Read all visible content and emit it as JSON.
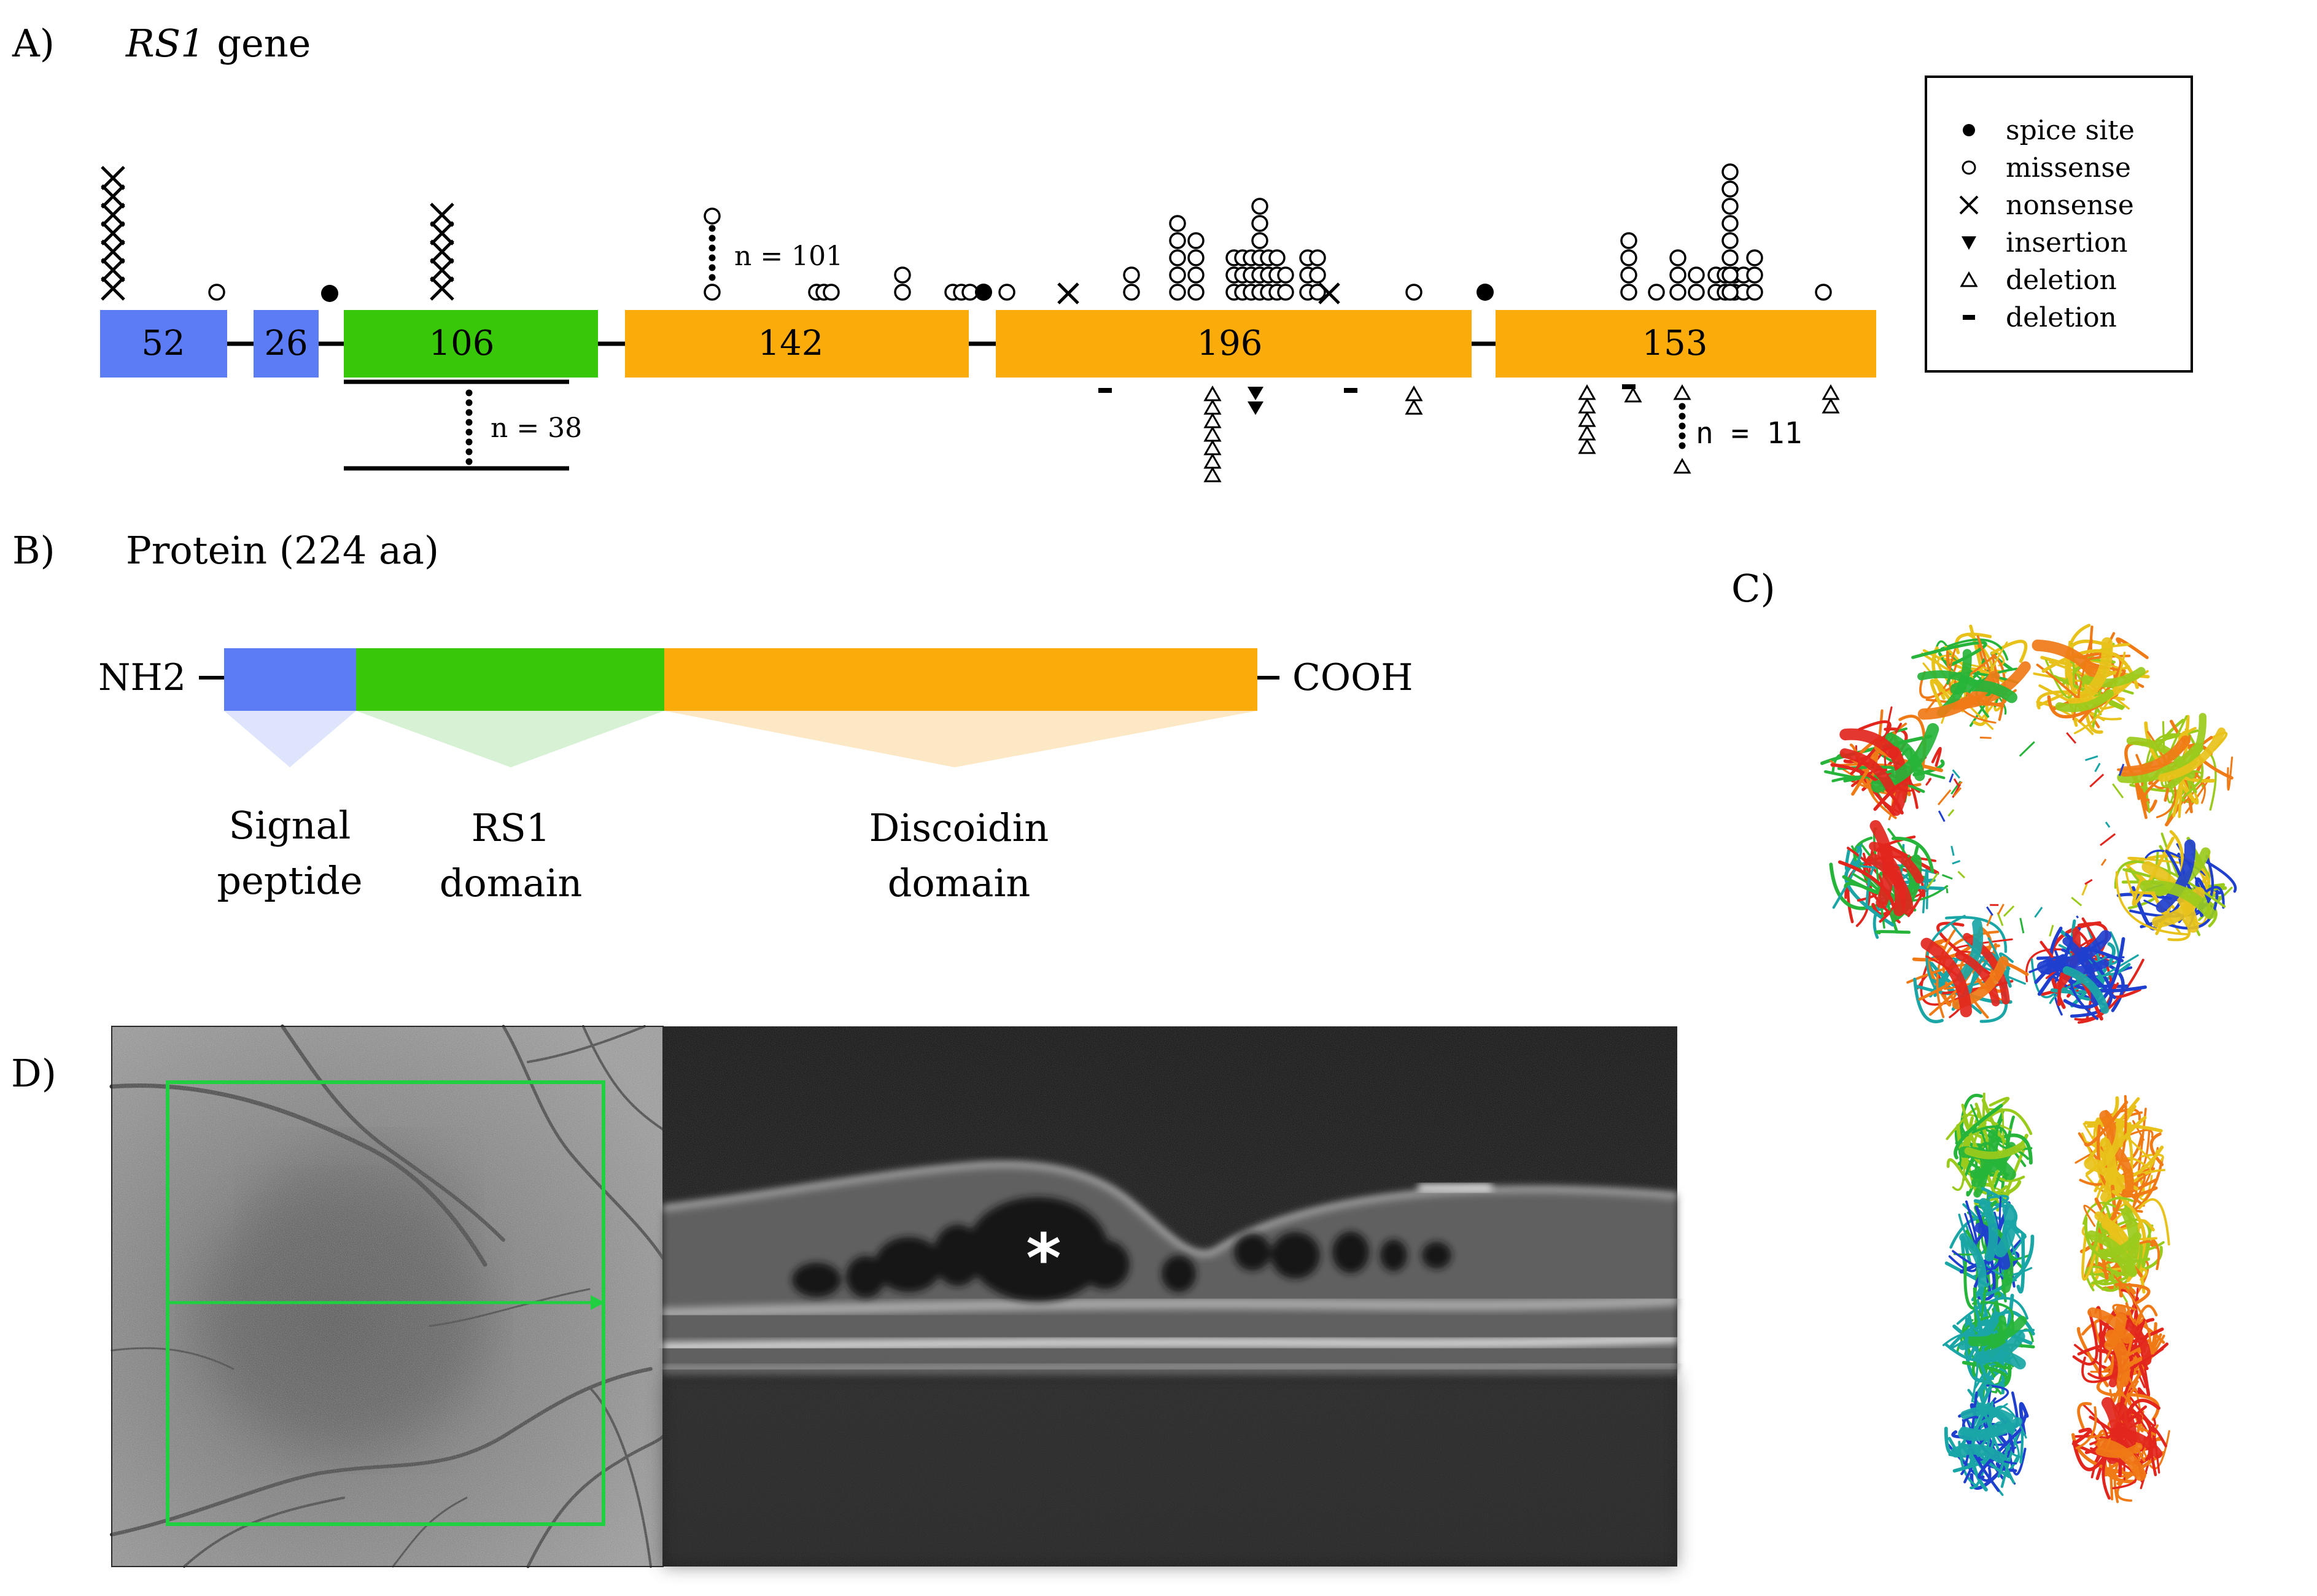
{
  "panels": {
    "a": {
      "label": "A)",
      "title_italic": "RS1",
      "title_rest": " gene"
    },
    "b": {
      "label": "B)",
      "title": "Protein (224 aa)"
    },
    "c": {
      "label": "C)"
    },
    "d": {
      "label": "D)"
    }
  },
  "gene": {
    "exons": [
      {
        "id": "exon-1",
        "label": "52",
        "color": "#5b7cf5"
      },
      {
        "id": "exon-2",
        "label": "26",
        "color": "#5b7cf5"
      },
      {
        "id": "exon-3",
        "label": "106",
        "color": "#39c70a"
      },
      {
        "id": "exon-4",
        "label": "142",
        "color": "#fbab0a"
      },
      {
        "id": "exon-5",
        "label": "196",
        "color": "#fbab0a"
      },
      {
        "id": "exon-6",
        "label": "153",
        "color": "#fbab0a"
      }
    ],
    "counts": {
      "exon4_missense": "n = 101",
      "exon3_deletion": "n = 38",
      "exon6_deletion": "n = 11"
    }
  },
  "legend": {
    "items": [
      {
        "symbol": "filled-circle",
        "label": "spice site"
      },
      {
        "symbol": "open-circle",
        "label": "missense"
      },
      {
        "symbol": "cross",
        "label": "nonsense"
      },
      {
        "symbol": "filled-triangle",
        "label": "insertion"
      },
      {
        "symbol": "open-triangle",
        "label": "deletion"
      },
      {
        "symbol": "dash",
        "label": "deletion"
      }
    ]
  },
  "protein": {
    "nterm": "NH2",
    "cterm": "COOH",
    "domains": [
      {
        "id": "signal",
        "line1": "Signal",
        "line2": "peptide",
        "color": "#5b7cf5",
        "tint": "#dde4fc"
      },
      {
        "id": "rs1",
        "line1": "RS1",
        "line2": "domain",
        "color": "#39c70a",
        "tint": "#d7f1d5"
      },
      {
        "id": "disc",
        "line1": "Discoidin",
        "line2": "domain",
        "color": "#fbab0a",
        "tint": "#fde8c6"
      }
    ]
  },
  "oct": {
    "marker": "*"
  },
  "colors": {
    "scan_box": "#20d040",
    "structure_palette": [
      "#e2261e",
      "#f07a16",
      "#e8c21a",
      "#9acb1c",
      "#26b43a",
      "#1aa6a6",
      "#1f3fcf"
    ]
  }
}
